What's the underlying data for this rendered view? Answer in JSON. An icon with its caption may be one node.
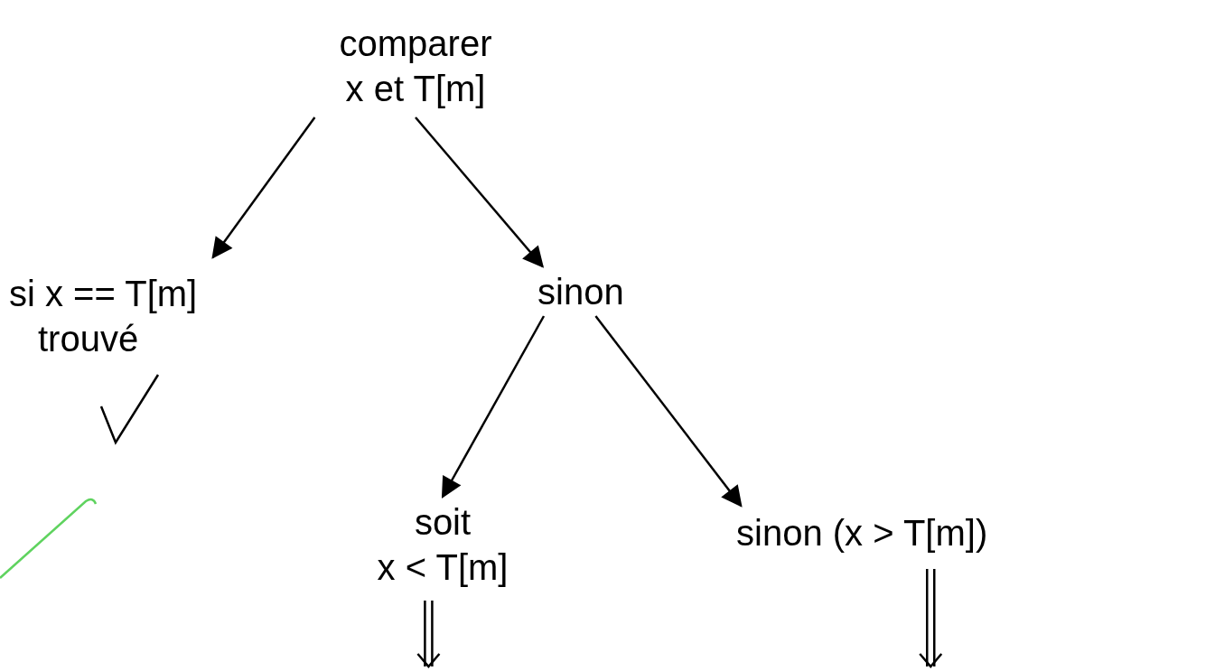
{
  "diagram": {
    "nodes": [
      {
        "text": [
          "comparer",
          "x et T[m]"
        ]
      },
      {
        "text": [
          "si x == T[m]",
          "trouvé"
        ]
      },
      {
        "text": [
          "sinon"
        ]
      },
      {
        "text": [
          "soit",
          "x < T[m]"
        ]
      },
      {
        "text": [
          "sinon (x > T[m])"
        ]
      }
    ],
    "edges": [
      {
        "from": 0,
        "to": 1,
        "arrow": "to"
      },
      {
        "from": 0,
        "to": 2,
        "arrow": "to"
      },
      {
        "from": 2,
        "to": 3,
        "arrow": "to"
      },
      {
        "from": 2,
        "to": 4,
        "arrow": "to"
      },
      {
        "from": 3,
        "to": null,
        "arrow": "to"
      },
      {
        "from": 4,
        "to": null,
        "arrow": "to"
      }
    ]
  }
}
